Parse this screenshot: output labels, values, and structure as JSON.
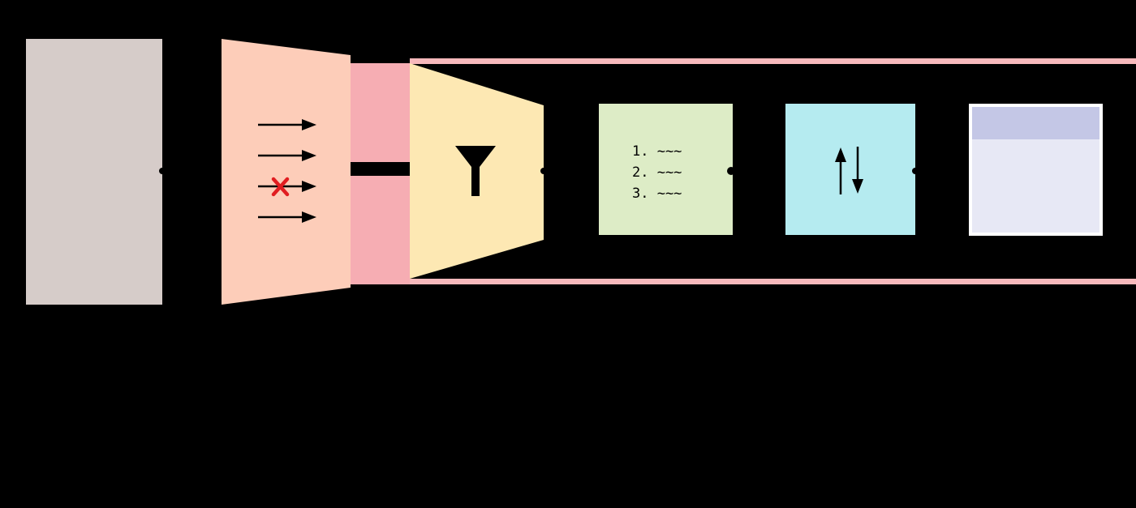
{
  "colors": {
    "background": "#000000",
    "source_box": "#d6ccc9",
    "filter_stage": "#fdcdb9",
    "connector_band": "#f6adb3",
    "funnel_stage": "#fde8b3",
    "list_box": "#ddecc6",
    "sort_box": "#b5ebf0",
    "window_header": "#c4c7e6",
    "window_body": "#e7e8f5",
    "pipeline_rail": "#f7b9bc",
    "rejected_mark": "#e11d21",
    "ink": "#000000"
  },
  "icons": {
    "filter_stage": "right-arrows-icon",
    "rejected": "x-mark-icon",
    "funnel": "funnel-icon",
    "sort": "up-down-arrows-icon",
    "output": "window-icon"
  },
  "list_box": {
    "lines": [
      "1. ~~~",
      "2. ~~~",
      "3. ~~~"
    ]
  }
}
